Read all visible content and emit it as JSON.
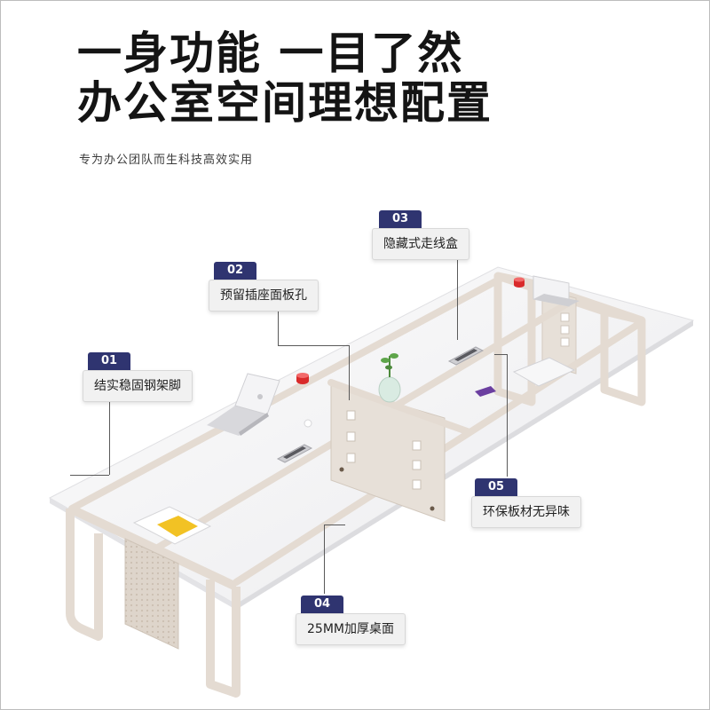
{
  "headline": {
    "line1": "一身功能 一目了然",
    "line2": "办公室空间理想配置"
  },
  "subtitle": "专为办公团队而生科技高效实用",
  "callouts": [
    {
      "number": "01",
      "label": "结实稳固钢架脚"
    },
    {
      "number": "02",
      "label": "预留插座面板孔"
    },
    {
      "number": "03",
      "label": "隐藏式走线盒"
    },
    {
      "number": "04",
      "label": "25MM加厚桌面"
    },
    {
      "number": "05",
      "label": "环保板材无异味"
    }
  ],
  "colors": {
    "badge": "#2f3470",
    "frame": "#e4dbd2",
    "desktop": "#f6f6f7",
    "accent_cup": "#d92a2a",
    "note_yellow": "#f2c224"
  }
}
